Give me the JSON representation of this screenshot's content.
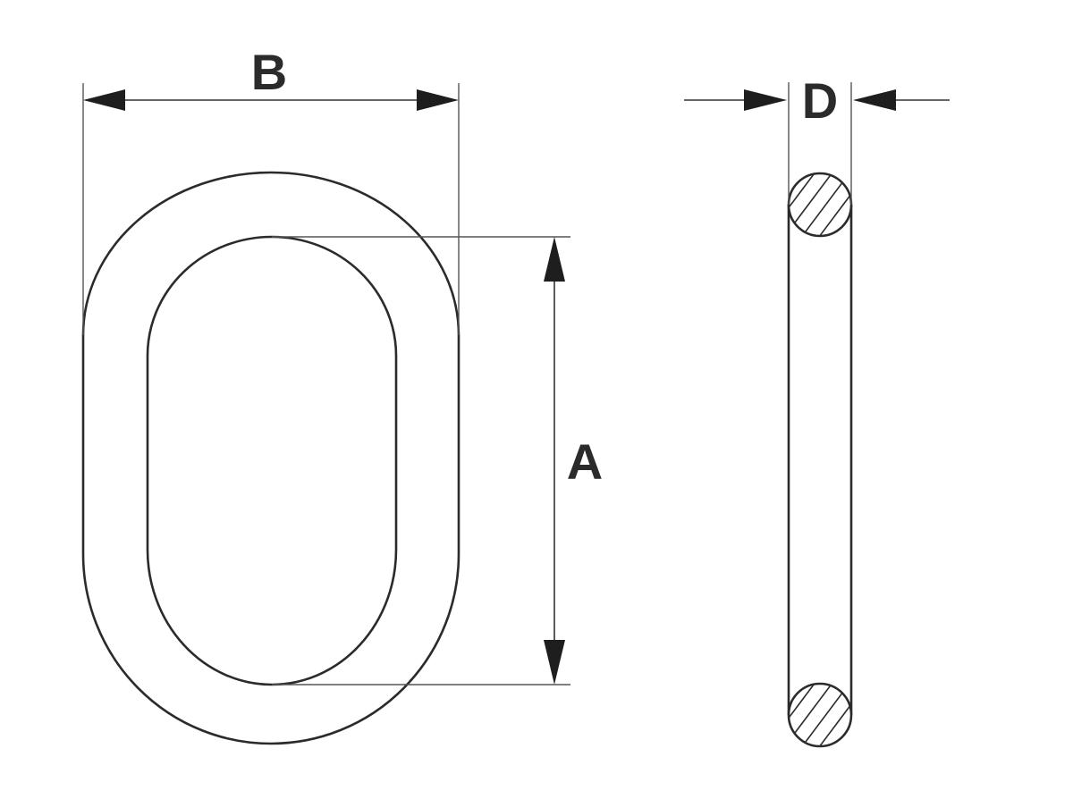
{
  "dimensions": {
    "width_label": "B",
    "height_label": "A",
    "diameter_label": "D"
  },
  "colors": {
    "line": "#2b2b2b",
    "background": "#ffffff"
  }
}
